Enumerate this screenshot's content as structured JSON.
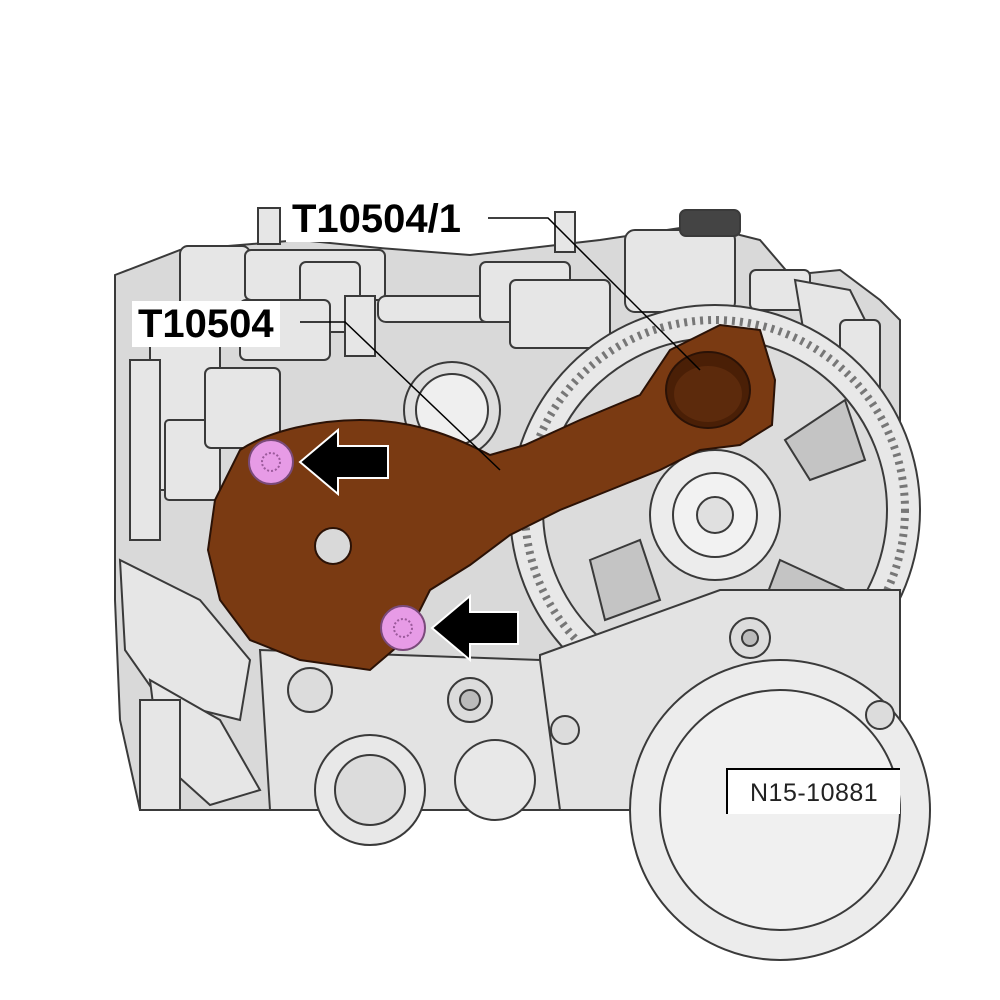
{
  "labels": {
    "special_tool": "T10504/1",
    "locking_tool": "T10504"
  },
  "figure_reference": "N15-10881",
  "colors": {
    "tool_brown": "#7a3a12",
    "bolt_pink": "#e79be6",
    "engine_grey": "#d9d9d9",
    "outline": "#3a3a3a",
    "arrow": "#000000"
  },
  "icons": [
    "arrow-left-icon",
    "arrow-left-icon"
  ]
}
